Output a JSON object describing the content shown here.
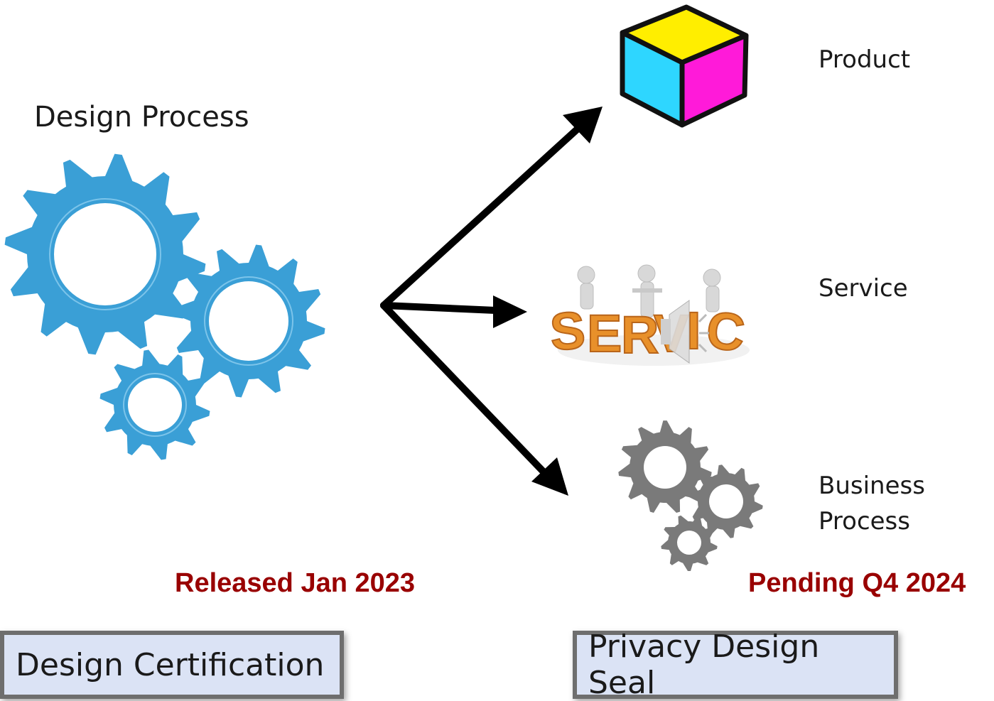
{
  "source": {
    "label": "Design Process"
  },
  "targets": [
    {
      "label": "Product",
      "icon": "cube-icon"
    },
    {
      "label": "Service",
      "icon": "service-people-icon"
    },
    {
      "label_line1": "Business",
      "label_line2": "Process",
      "icon": "gray-gears-icon"
    }
  ],
  "status": {
    "released": "Released Jan 2023",
    "pending": "Pending Q4 2024"
  },
  "boxes": {
    "certification": "Design Certification",
    "seal": "Privacy Design Seal"
  },
  "colors": {
    "gear_blue": "#3a9fd6",
    "gear_gray": "#7a7a7a",
    "status_red": "#990000",
    "box_fill": "#dbe3f5",
    "cube_top": "#ffee00",
    "cube_left": "#2ed6ff",
    "cube_right": "#ff1ad9",
    "service_orange": "#e8902a"
  }
}
